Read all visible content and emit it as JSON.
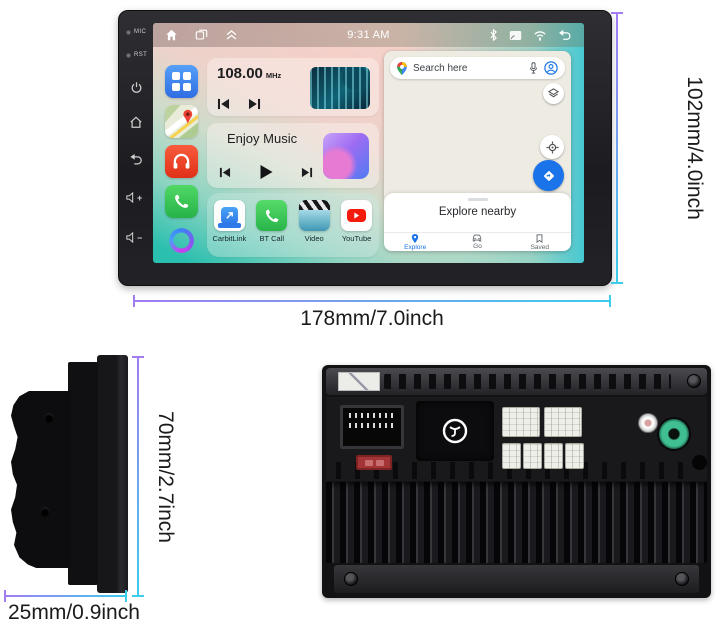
{
  "dimensions": {
    "front_width": "178mm/7.0inch",
    "front_height": "102mm/4.0inch",
    "side_height": "70mm/2.7inch",
    "side_depth": "25mm/0.9inch"
  },
  "front_panel": {
    "mic_label": "MIC",
    "rst_label": "RST",
    "buttons": [
      "power-button",
      "home-button",
      "back-button",
      "volume-up-button",
      "volume-down-button"
    ],
    "vol_plus": "+",
    "vol_minus": "−"
  },
  "screen": {
    "statusbar": {
      "time": "9:31 AM",
      "left_icons": [
        "home-icon",
        "recents-icon",
        "chevron-up-icon"
      ],
      "right_icons": [
        "bluetooth-icon",
        "cast-icon",
        "wifi-icon",
        "back-arrow-icon"
      ]
    },
    "sidebar_icons": [
      "app-grid-icon",
      "google-maps-icon",
      "music-headphones-icon",
      "phone-icon",
      "voice-assistant-ring"
    ],
    "radio_card": {
      "frequency": "108.00",
      "unit": "MHz",
      "controls": [
        "skip-previous",
        "skip-next"
      ]
    },
    "music_card": {
      "title": "Enjoy Music",
      "controls": [
        "skip-previous",
        "play",
        "skip-next"
      ]
    },
    "dock": {
      "apps": [
        {
          "label": "CarbitLink"
        },
        {
          "label": "BT Call"
        },
        {
          "label": "Video"
        },
        {
          "label": "YouTube"
        }
      ]
    },
    "maps": {
      "search_placeholder": "Search here",
      "search_icons": [
        "google-pin-icon",
        "mic-icon",
        "account-avatar-icon"
      ],
      "buttons": [
        "layers-button",
        "my-location-button",
        "directions-fab"
      ],
      "sheet_title": "Explore nearby",
      "tabs": [
        {
          "label": "Explore",
          "active": true
        },
        {
          "label": "Go",
          "active": false
        },
        {
          "label": "Saved",
          "active": false
        }
      ]
    }
  },
  "back_view": {
    "features": [
      "vent-slots",
      "white-sticker-label",
      "iso-power-connector",
      "fuse",
      "brand-logo",
      "harness-connectors",
      "wifi-antenna-jack",
      "radio-antenna-jack",
      "heatsink-fins",
      "corner-screws"
    ]
  },
  "colors": {
    "maps_accent": "#1a73e8",
    "dimension_gradient_start": "#a27cf2",
    "dimension_gradient_end": "#3bcdea",
    "wallpaper_pink": "#f4d0c9",
    "wallpaper_teal": "#2abfae",
    "youtube_red": "#f61c0d"
  }
}
